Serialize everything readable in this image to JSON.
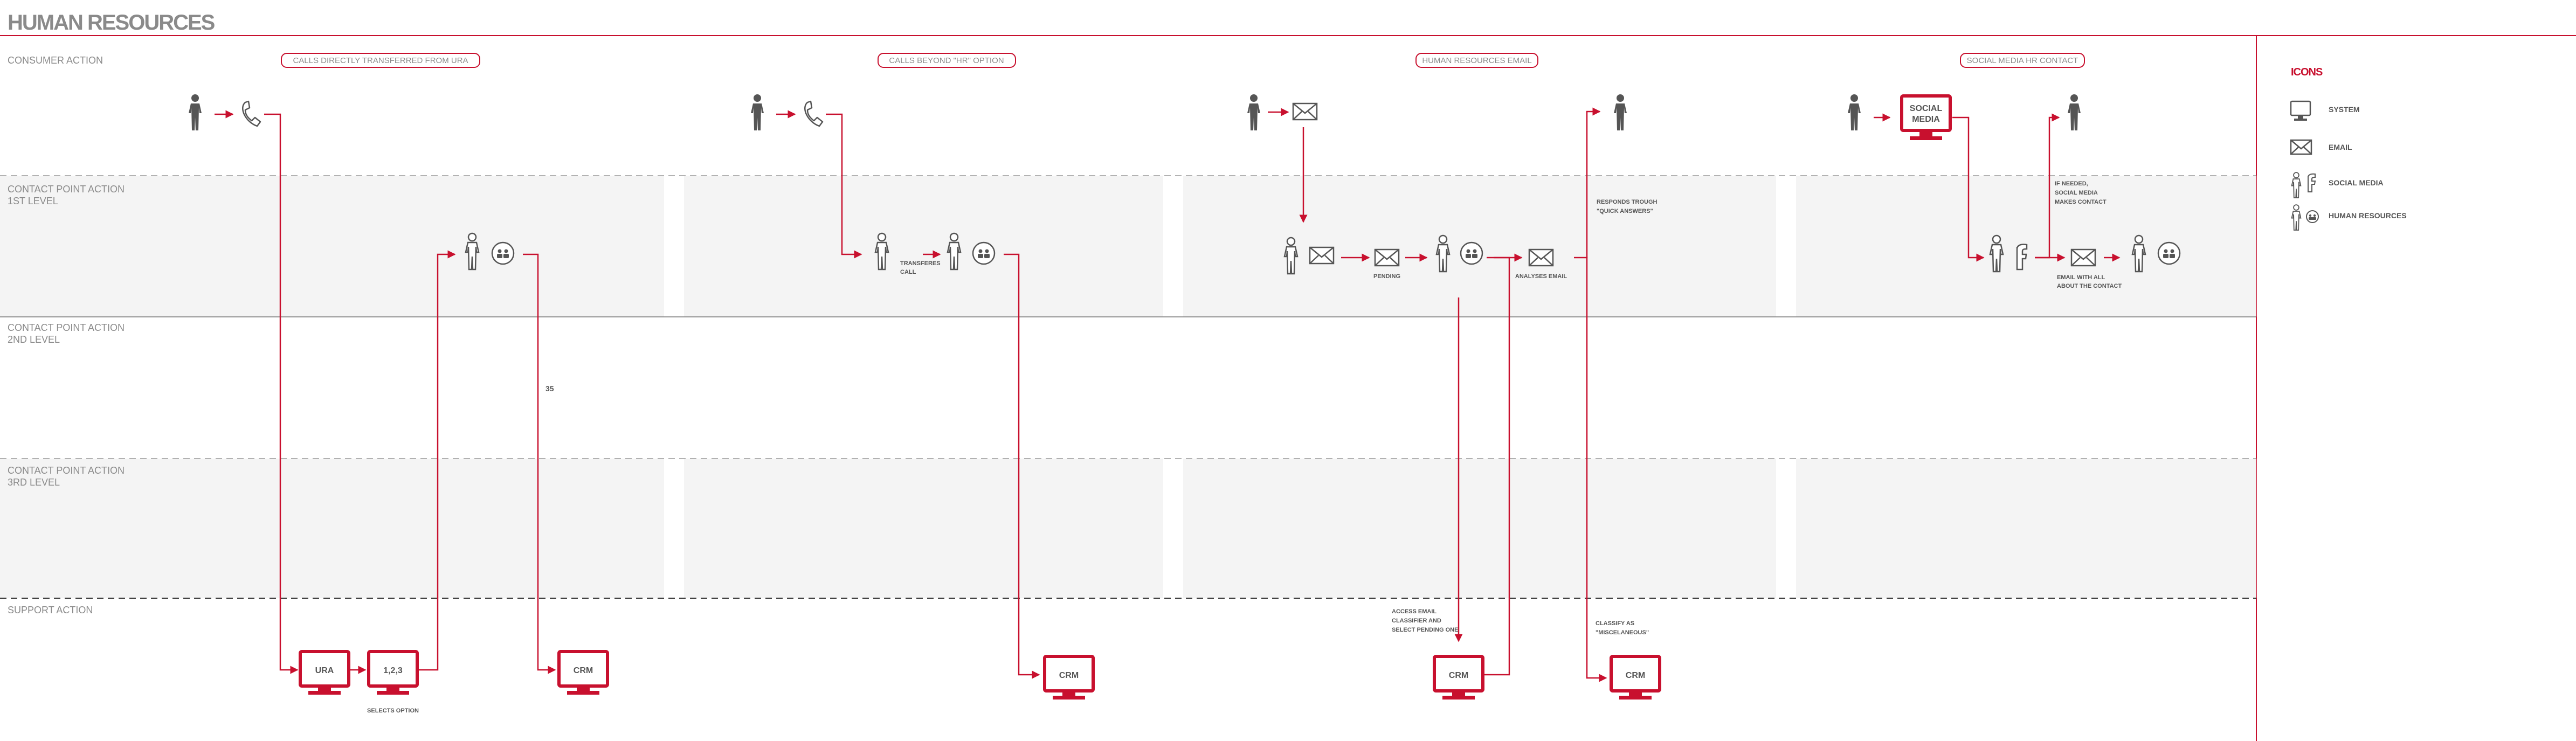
{
  "title": "HUMAN RESOURCES",
  "rows": {
    "consumer": "CONSUMER ACTION",
    "cp1_a": "CONTACT POINT ACTION",
    "cp1_b": "1ST LEVEL",
    "cp2_a": "CONTACT POINT ACTION",
    "cp2_b": "2ND LEVEL",
    "cp3_a": "CONTACT POINT ACTION",
    "cp3_b": "3RD LEVEL",
    "support": "SUPPORT ACTION"
  },
  "scenarios": [
    {
      "label": "CALLS DIRECTLY TRANSFERRED FROM URA"
    },
    {
      "label": "CALLS BEYOND \"HR\" OPTION"
    },
    {
      "label": "HUMAN RESOURCES EMAIL"
    },
    {
      "label": "SOCIAL MEDIA HR CONTACT"
    }
  ],
  "screens": {
    "ura": "URA",
    "opt": "1,2,3",
    "crm1": "CRM",
    "crm2": "CRM",
    "crm3": "CRM",
    "crm4": "CRM",
    "social_a": "SOCIAL",
    "social_b": "MEDIA"
  },
  "notes": {
    "selects_option": "SELECTS OPTION",
    "number_35": "35",
    "transfers_a": "TRANSFERES",
    "transfers_b": "CALL",
    "pending": "PENDING",
    "analyses": "ANALYSES EMAIL",
    "responds_a": "RESPONDS TROUGH",
    "responds_b": "\"QUICK ANSWERS\"",
    "access_a": "ACCESS EMAIL",
    "access_b": "CLASSIFIER AND",
    "access_c": "SELECT PENDING ONE",
    "classify_a": "CLASSIFY AS",
    "classify_b": "\"MISCELANEOUS\"",
    "ifneeded_a": "IF NEEDED,",
    "ifneeded_b": "SOCIAL MEDIA",
    "ifneeded_c": "MAKES CONTACT",
    "emailwith_a": "EMAIL WITH ALL",
    "emailwith_b": "ABOUT THE CONTACT"
  },
  "legend": {
    "title": "ICONS",
    "items": [
      {
        "icon": "system-icon",
        "label": "SYSTEM"
      },
      {
        "icon": "email-icon",
        "label": "EMAIL"
      },
      {
        "icon": "social-media-icon",
        "label": "SOCIAL MEDIA"
      },
      {
        "icon": "human-resources-icon",
        "label": "HUMAN RESOURCES"
      }
    ]
  },
  "colors": {
    "accent": "#c8102e",
    "ink": "#555555",
    "band": "#f4f4f4"
  }
}
